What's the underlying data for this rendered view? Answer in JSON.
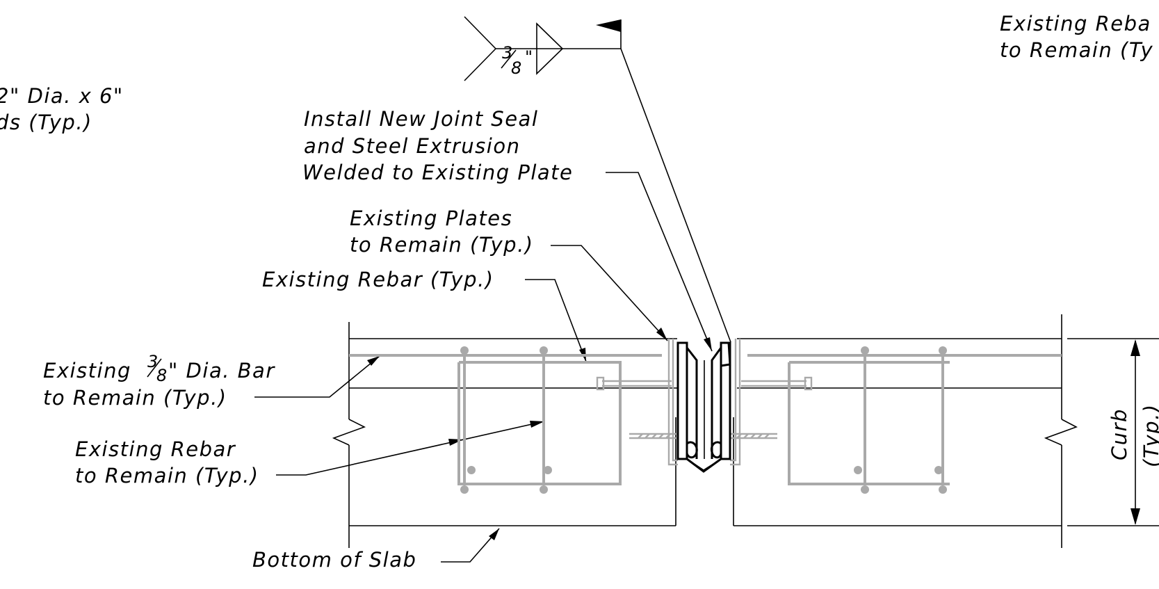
{
  "labels": {
    "top_left_line1": "2\" Dia. x 6\"",
    "top_left_line2": "ds (Typ.)",
    "top_right_line1": "Existing Reba",
    "top_right_line2": "to Remain (Ty",
    "joint_seal_line1": "Install New  Joint Seal",
    "joint_seal_line2": "and  Steel Extrusion",
    "joint_seal_line3": "Welded  to Existing  Plate",
    "plates_line1": "Existing  Plates",
    "plates_line2": "to Remain (Typ.)",
    "rebar_typ": "Existing  Rebar  (Typ.)",
    "bar_line1_pre": "Existing",
    "bar_line1_post": "\" Dia. Bar",
    "bar_line2": "to Remain (Typ.)",
    "rebar_remain_line1": "Existing  Rebar",
    "rebar_remain_line2": "to Remain (Typ.)",
    "bottom_slab": "Bottom  of  Slab",
    "curb_line1": "Curb",
    "curb_line2": "(Typ.)"
  },
  "fractions": {
    "weld_num": "3",
    "weld_den": "8",
    "weld_inch": "\"",
    "bar_num": "3",
    "bar_den": "8"
  },
  "icons": {
    "weld_symbol": "fillet-weld-triangle-icon",
    "field_weld_flag": "field-weld-flag-icon",
    "break_line": "zigzag-break-line-icon",
    "dimension_arrows": "double-arrow-icon"
  },
  "colors": {
    "linework": "#000000",
    "existing": "#a9a9a9",
    "background": "#ffffff"
  }
}
